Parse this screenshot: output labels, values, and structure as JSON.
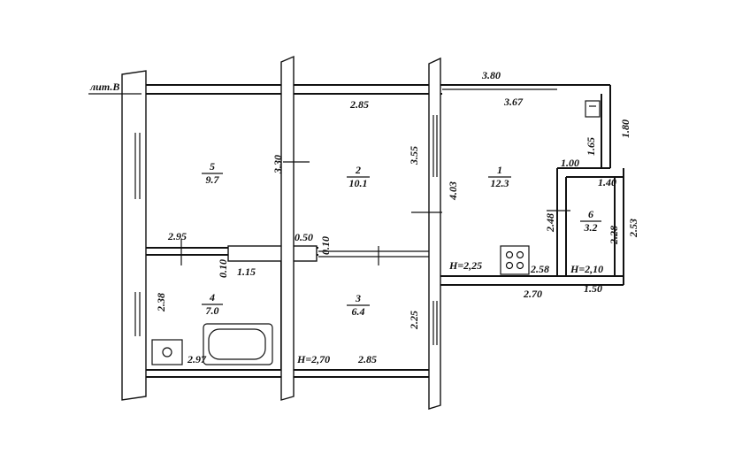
{
  "header": {
    "lit_label": "лит.В"
  },
  "rooms": [
    {
      "num": "5",
      "area": "9.7"
    },
    {
      "num": "2",
      "area": "10.1"
    },
    {
      "num": "1",
      "area": "12.3"
    },
    {
      "num": "6",
      "area": "3.2"
    },
    {
      "num": "4",
      "area": "7.0"
    },
    {
      "num": "3",
      "area": "6.4"
    }
  ],
  "dimensions": {
    "d_380": "3.80",
    "d_367": "3.67",
    "d_285_top": "2.85",
    "d_330": "3.30",
    "d_355": "3.55",
    "d_403": "4.03",
    "d_165": "1.65",
    "d_180": "1.80",
    "d_100": "1.00",
    "d_140": "1.40",
    "d_248": "2.48",
    "d_228": "2.28",
    "d_253": "2.53",
    "d_295": "2.95",
    "d_050": "0.50",
    "d_010_a": "0.10",
    "d_010_b": "0.10",
    "d_115": "1.15",
    "d_238": "2.38",
    "d_225": "2.25",
    "d_297": "2.97",
    "d_285_bottom": "2.85",
    "d_258": "2.58",
    "d_270": "2.70",
    "d_150": "1.50"
  },
  "heights": {
    "h_225": "H=2,25",
    "h_210": "H=2,10",
    "h_270": "H=2,70"
  }
}
